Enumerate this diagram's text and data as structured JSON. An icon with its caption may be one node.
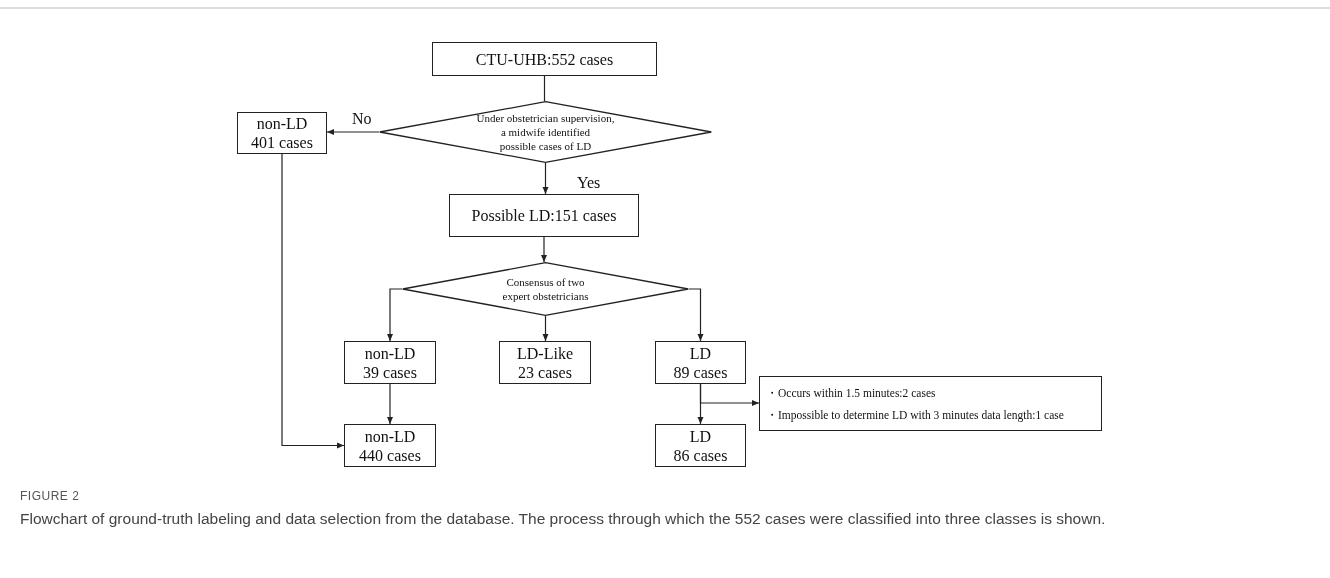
{
  "diagram": {
    "title": "FIGURE 2",
    "caption": "Flowchart of ground-truth labeling and data selection from the database. The process through which the 552 cases were classified into three classes is shown.",
    "nodes": [
      {
        "text": [
          "CTU-UHB:552 cases"
        ]
      },
      {
        "text": [
          "Under obstetrician supervision, a midwife identified possible cases of LD"
        ]
      },
      {
        "text": [
          "non-LD 401 cases"
        ]
      },
      {
        "text": [
          "Possible LD:151 cases"
        ]
      },
      {
        "text": [
          "Consensus of two expert obstetricians"
        ]
      },
      {
        "text": [
          "non-LD 39 cases"
        ]
      },
      {
        "text": [
          "LD-Like 23 cases"
        ]
      },
      {
        "text": [
          "LD 89 cases"
        ]
      },
      {
        "text": [
          "・Occurs within 1.5 minutes:2 cases",
          "・Impossible to determine LD with 3 minutes data length:1 case"
        ]
      },
      {
        "text": [
          "non-LD 440 cases"
        ]
      },
      {
        "text": [
          "LD 86 cases"
        ]
      }
    ],
    "edges": [
      {
        "from": 0,
        "to": 1,
        "arrow": "none"
      },
      {
        "from": 1,
        "to": 2,
        "arrow": "to",
        "label": "No"
      },
      {
        "from": 1,
        "to": 3,
        "arrow": "to",
        "label": "Yes"
      },
      {
        "from": 3,
        "to": 4,
        "arrow": "to"
      },
      {
        "from": 4,
        "to": 5,
        "arrow": "to"
      },
      {
        "from": 4,
        "to": 6,
        "arrow": "to"
      },
      {
        "from": 4,
        "to": 7,
        "arrow": "to"
      },
      {
        "from": 5,
        "to": 9,
        "arrow": "to"
      },
      {
        "from": 2,
        "to": 9,
        "arrow": "to"
      },
      {
        "from": 7,
        "to": 10,
        "arrow": "to"
      },
      {
        "from": 7,
        "to": 8,
        "arrow": "to"
      }
    ]
  }
}
